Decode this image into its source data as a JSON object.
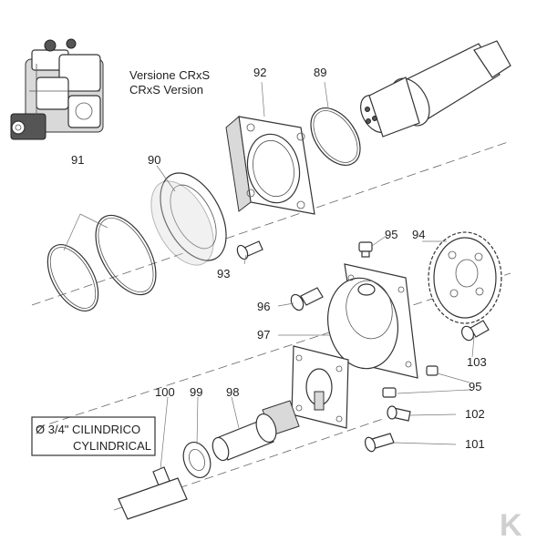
{
  "title_it": "Versione CRxS",
  "title_en": "CRxS Version",
  "note": {
    "line1": "Ø 3/4\" CILINDRICO",
    "line2": "CYLINDRICAL"
  },
  "labels": {
    "p89": "89",
    "p90": "90",
    "p91": "91",
    "p92": "92",
    "p93": "93",
    "p94": "94",
    "p95a": "95",
    "p95b": "95",
    "p96": "96",
    "p97": "97",
    "p98": "98",
    "p99": "99",
    "p100": "100",
    "p101": "101",
    "p102": "102",
    "p103": "103"
  },
  "colors": {
    "line": "#333333",
    "shade": "#d9d9d9",
    "logo": "#cfcfcf"
  },
  "logo": "K"
}
